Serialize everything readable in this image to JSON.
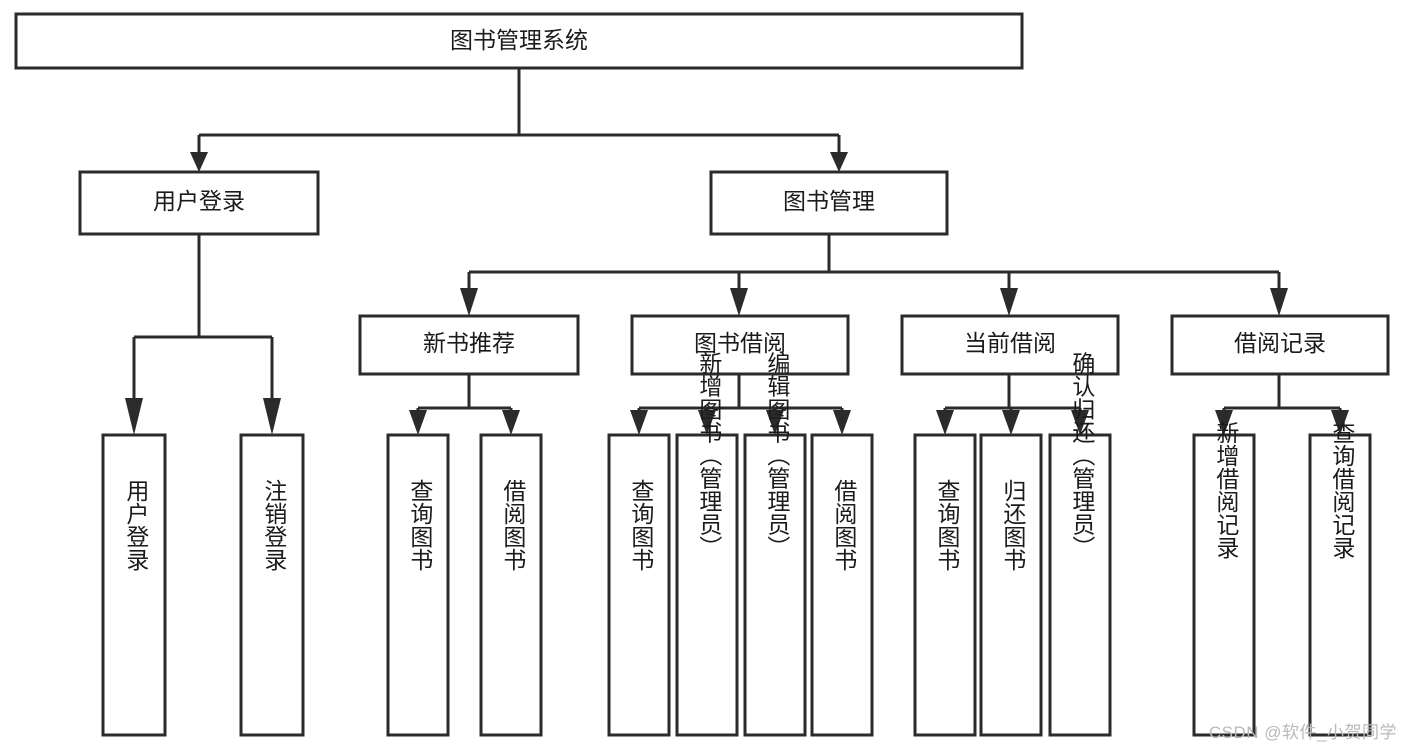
{
  "diagram": {
    "title": "图书管理系统",
    "type": "tree",
    "watermark": "CSDN @软件_小贺同学",
    "colors": {
      "stroke": "#2b2b2b",
      "fill": "#ffffff",
      "text": "#1b1b1b",
      "watermark": "#b9b9b9",
      "background": "#ffffff"
    },
    "levels": [
      {
        "level": 1,
        "nodes": [
          {
            "id": "root",
            "label": "图书管理系统",
            "orientation": "horizontal"
          }
        ]
      },
      {
        "level": 2,
        "nodes": [
          {
            "id": "login",
            "label": "用户登录",
            "orientation": "horizontal",
            "parent": "root"
          },
          {
            "id": "bookmgmt",
            "label": "图书管理",
            "orientation": "horizontal",
            "parent": "root"
          }
        ]
      },
      {
        "level": 3,
        "nodes": [
          {
            "id": "newbook",
            "label": "新书推荐",
            "orientation": "horizontal",
            "parent": "bookmgmt"
          },
          {
            "id": "borrow",
            "label": "图书借阅",
            "orientation": "horizontal",
            "parent": "bookmgmt"
          },
          {
            "id": "current",
            "label": "当前借阅",
            "orientation": "horizontal",
            "parent": "bookmgmt"
          },
          {
            "id": "records",
            "label": "借阅记录",
            "orientation": "horizontal",
            "parent": "bookmgmt"
          }
        ]
      },
      {
        "level": 4,
        "nodes": [
          {
            "id": "leaf-user-login",
            "label": "用户登录",
            "orientation": "vertical",
            "parent": "login"
          },
          {
            "id": "leaf-user-logout",
            "label": "注销登录",
            "orientation": "vertical",
            "parent": "login"
          },
          {
            "id": "leaf-query-book-1",
            "label": "查询图书",
            "orientation": "vertical",
            "parent": "newbook"
          },
          {
            "id": "leaf-borrow-book-1",
            "label": "借阅图书",
            "orientation": "vertical",
            "parent": "newbook"
          },
          {
            "id": "leaf-query-book-2",
            "label": "查询图书",
            "orientation": "vertical",
            "parent": "borrow"
          },
          {
            "id": "leaf-add-book",
            "label": "新增图书（管理员）",
            "orientation": "vertical",
            "parent": "borrow"
          },
          {
            "id": "leaf-edit-book",
            "label": "编辑图书（管理员）",
            "orientation": "vertical",
            "parent": "borrow"
          },
          {
            "id": "leaf-borrow-book-2",
            "label": "借阅图书",
            "orientation": "vertical",
            "parent": "borrow"
          },
          {
            "id": "leaf-query-book-3",
            "label": "查询图书",
            "orientation": "vertical",
            "parent": "current"
          },
          {
            "id": "leaf-return-book",
            "label": "归还图书",
            "orientation": "vertical",
            "parent": "current"
          },
          {
            "id": "leaf-confirm-return",
            "label": "确认归还（管理员）",
            "orientation": "vertical",
            "parent": "current"
          },
          {
            "id": "leaf-add-record",
            "label": "新增借阅记录",
            "orientation": "vertical",
            "parent": "records"
          },
          {
            "id": "leaf-query-record",
            "label": "查询借阅记录",
            "orientation": "vertical",
            "parent": "records"
          }
        ]
      }
    ]
  }
}
